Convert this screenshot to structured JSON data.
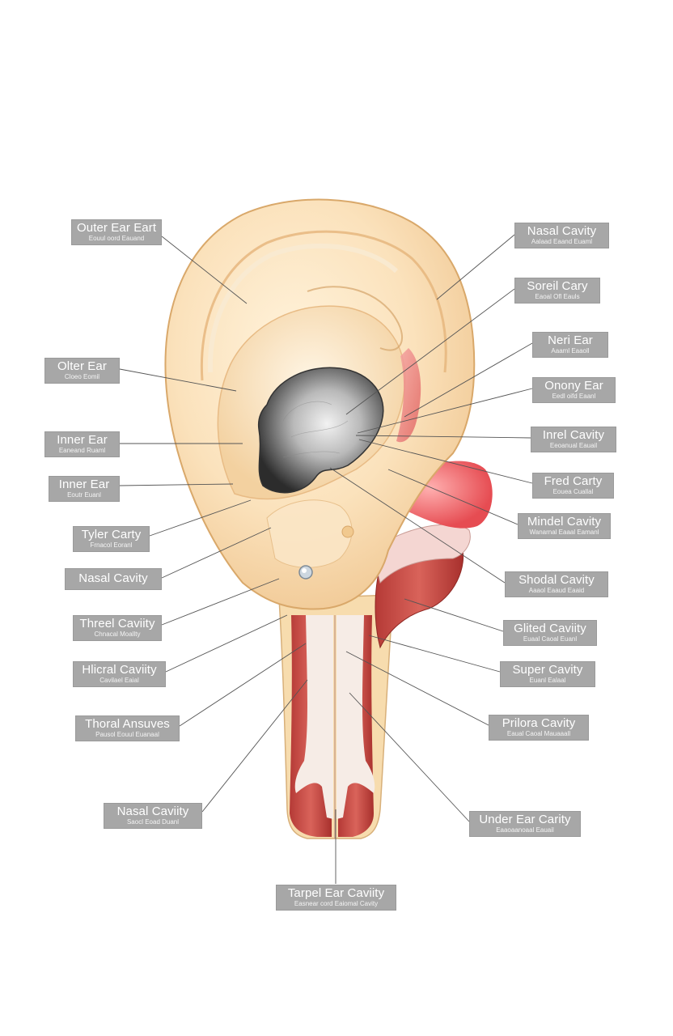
{
  "labels": [
    {
      "main": "Outer Ear Eart",
      "sub": "Eouul oord Eauand"
    },
    {
      "main": "Olter Ear",
      "sub": "Cloeo Eomil"
    },
    {
      "main": "Inner Ear",
      "sub": "Eaneand Ruaml"
    },
    {
      "main": "Inner Ear",
      "sub": "Eoutr Euanl"
    },
    {
      "main": "Tyler Carty",
      "sub": "Frnacol Eoranl"
    },
    {
      "main": "Nasal Cavity",
      "sub": ""
    },
    {
      "main": "Threel Caviity",
      "sub": "Chnacal Moallty"
    },
    {
      "main": "Hlicral Caviity",
      "sub": "Cavilael Eaial"
    },
    {
      "main": "Thoral Ansuves",
      "sub": "Pausol Eouul Euanaal"
    },
    {
      "main": "Nasal Caviity",
      "sub": "Saocl Eoad Duanl"
    },
    {
      "main": "Tarpel Ear Caviity",
      "sub": "Easnear cord Eaiomal Cavity"
    },
    {
      "main": "Nasal Cavity",
      "sub": "Aalaad Eaand Euaml"
    },
    {
      "main": "Soreil Cary",
      "sub": "Eaoal Ofl Eauls"
    },
    {
      "main": "Neri Ear",
      "sub": "Aaaml Eaaoll"
    },
    {
      "main": "Onony Ear",
      "sub": "Eedl oifd Eaanl"
    },
    {
      "main": "Inrel Cavity",
      "sub": "Eeoanual Eauail"
    },
    {
      "main": "Fred Carty",
      "sub": "Eouea Cuallal"
    },
    {
      "main": "Mindel Cavity",
      "sub": "Wanarnal Eaaal Eamanl"
    },
    {
      "main": "Shodal Cavity",
      "sub": "Aaaol Eaaud Eaaid"
    },
    {
      "main": "Glited Caviity",
      "sub": "Euaal Caoal Euanl"
    },
    {
      "main": "Super Cavity",
      "sub": "Euanl Ealaal"
    },
    {
      "main": "Prilora Cavity",
      "sub": "Eaual Caoal Mauaaall"
    },
    {
      "main": "Under Ear Carity",
      "sub": "Eaaoaanoaal Eauail"
    }
  ]
}
